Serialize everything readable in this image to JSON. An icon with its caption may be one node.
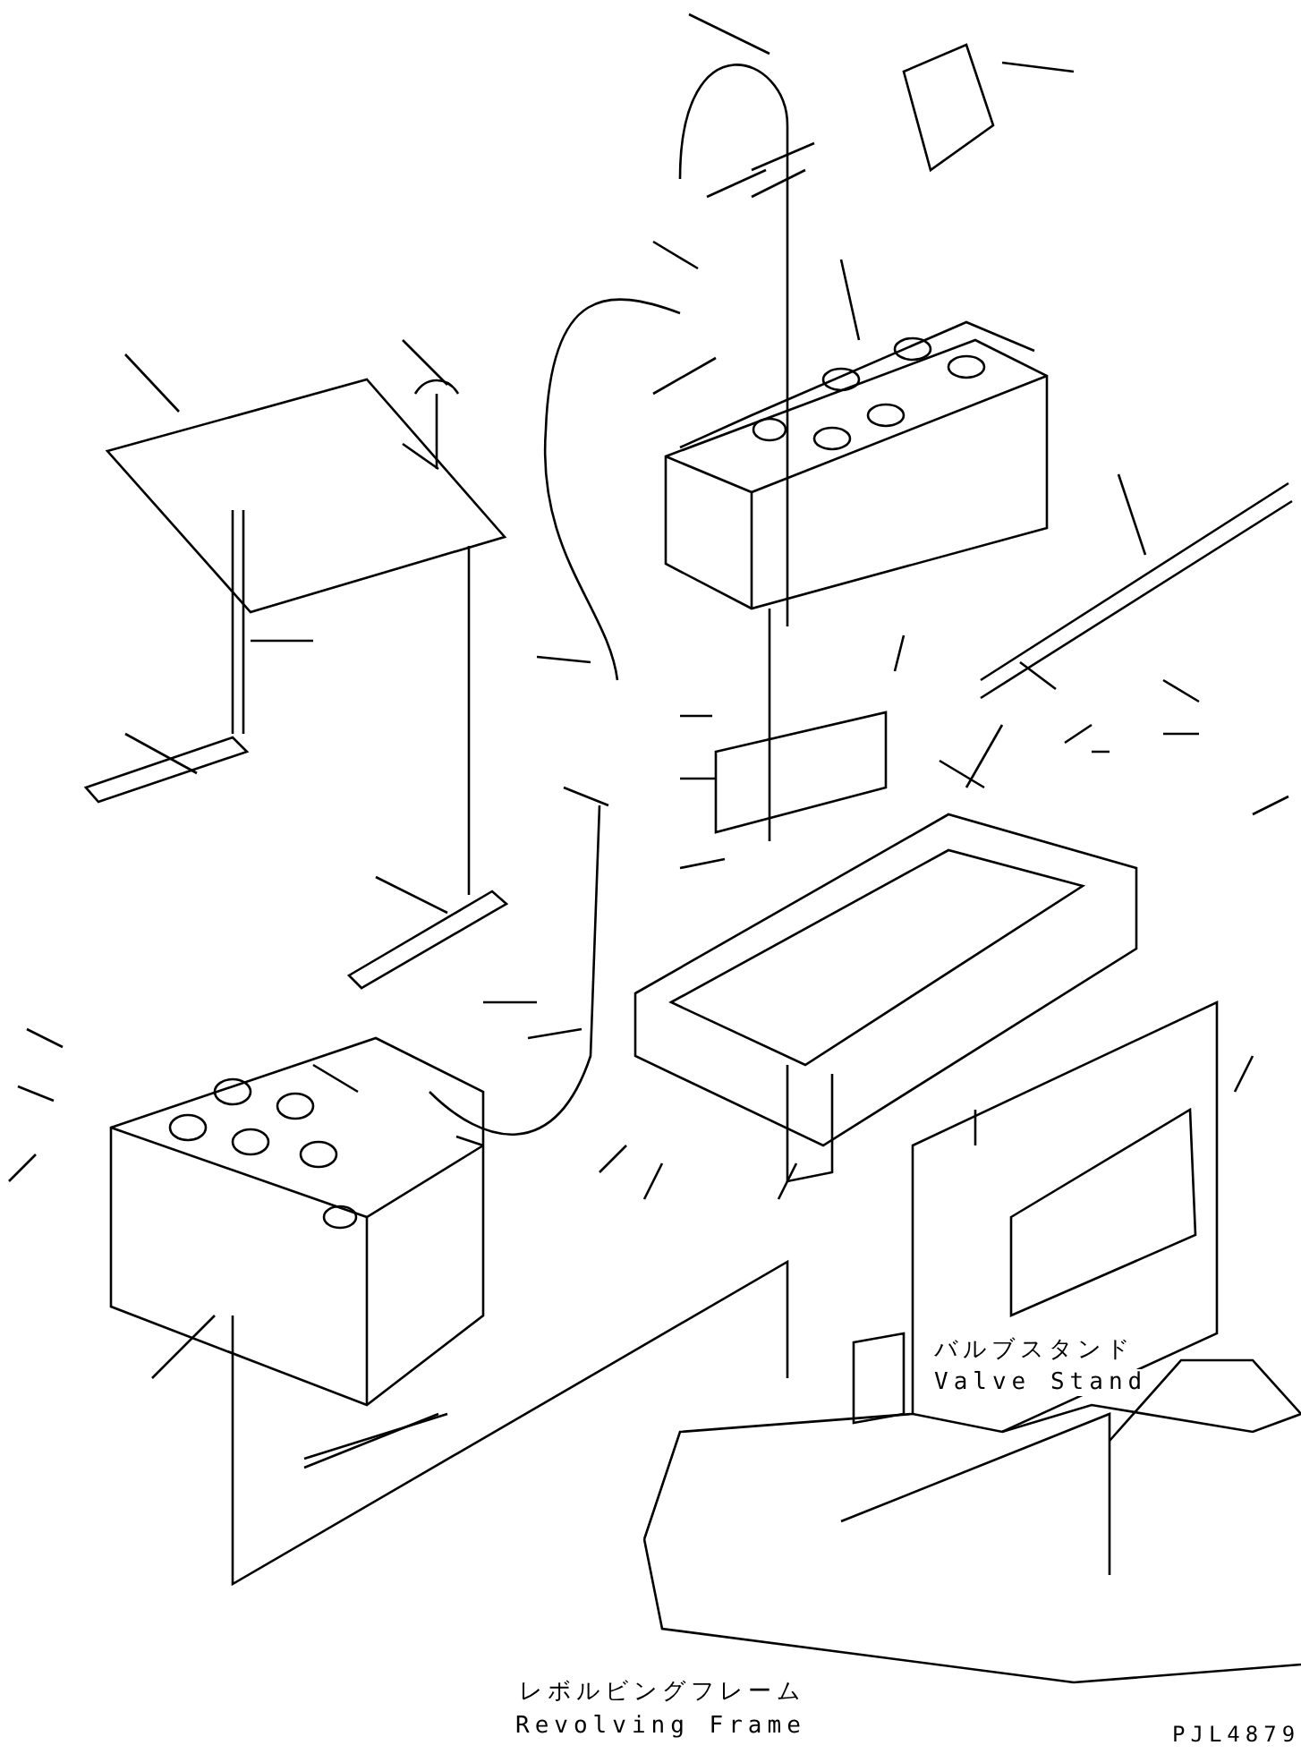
{
  "diagram": {
    "labels": [
      "バルブスタンド",
      "Valve Stand",
      "レボルビングフレーム",
      "Revolving Frame",
      "PJL4879"
    ]
  }
}
